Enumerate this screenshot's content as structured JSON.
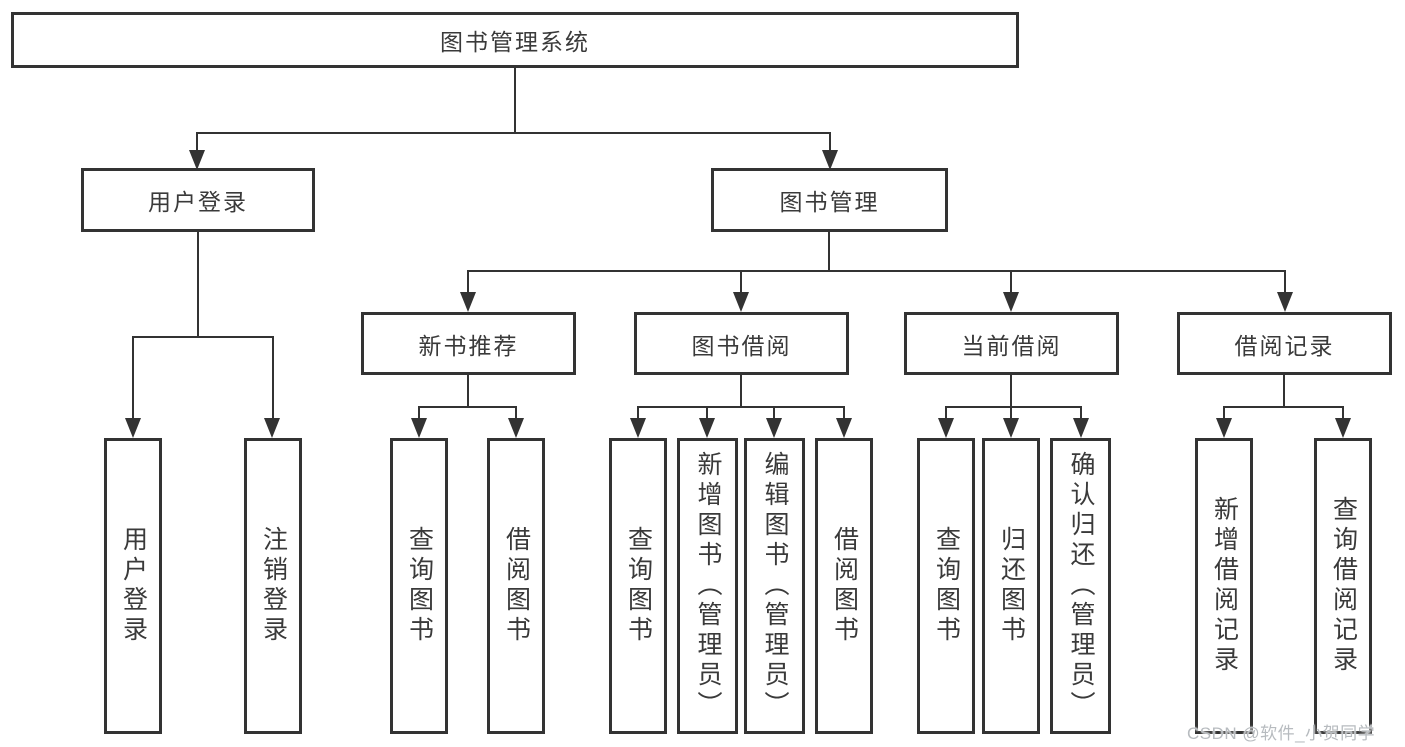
{
  "diagram": {
    "type": "hierarchy-tree",
    "root": {
      "label": "图书管理系统"
    },
    "level2": [
      {
        "label": "用户登录",
        "children": [
          {
            "label": "用户登录"
          },
          {
            "label": "注销登录"
          }
        ]
      },
      {
        "label": "图书管理",
        "children": [
          {
            "label": "新书推荐",
            "children": [
              {
                "label": "查询图书"
              },
              {
                "label": "借阅图书"
              }
            ]
          },
          {
            "label": "图书借阅",
            "children": [
              {
                "label": "查询图书"
              },
              {
                "label": "新增图书（管理员）"
              },
              {
                "label": "编辑图书（管理员）"
              },
              {
                "label": "借阅图书"
              }
            ]
          },
          {
            "label": "当前借阅",
            "children": [
              {
                "label": "查询图书"
              },
              {
                "label": "归还图书"
              },
              {
                "label": "确认归还（管理员）"
              }
            ]
          },
          {
            "label": "借阅记录",
            "children": [
              {
                "label": "新增借阅记录"
              },
              {
                "label": "查询借阅记录"
              }
            ]
          }
        ]
      }
    ]
  },
  "watermark": {
    "text": "CSDN @软件_小贺同学"
  },
  "colors": {
    "line": "#333333",
    "box_border": "#333333",
    "text": "#3a3a3a",
    "watermark": "#b7bbbf",
    "background": "#ffffff"
  }
}
